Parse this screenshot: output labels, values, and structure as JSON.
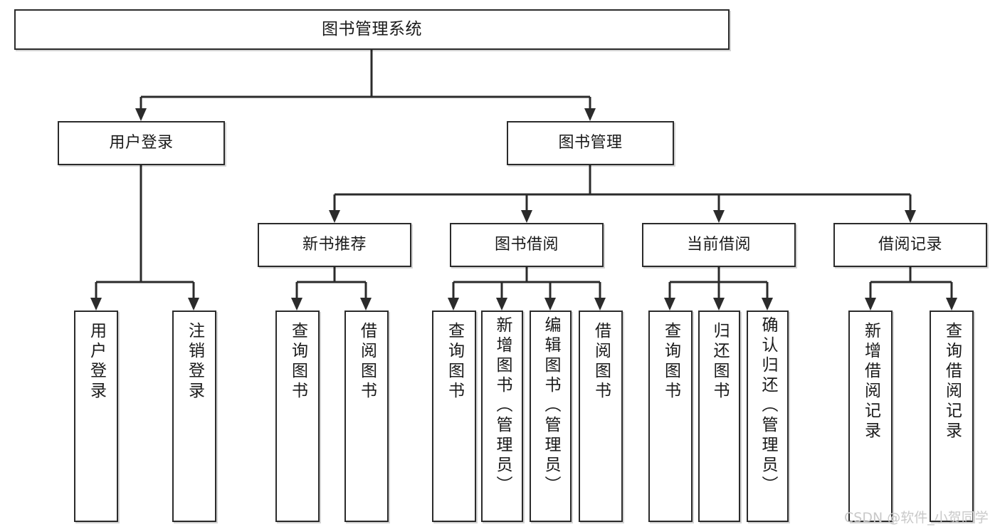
{
  "diagram": {
    "type": "tree",
    "title": "图书管理系统",
    "root": {
      "id": "root",
      "label": "图书管理系统"
    },
    "level2": [
      {
        "id": "user-login",
        "label": "用户登录"
      },
      {
        "id": "book-management",
        "label": "图书管理"
      }
    ],
    "level3": [
      {
        "id": "new-book-recommend",
        "label": "新书推荐",
        "parent": "book-management"
      },
      {
        "id": "book-borrow",
        "label": "图书借阅",
        "parent": "book-management"
      },
      {
        "id": "current-borrow",
        "label": "当前借阅",
        "parent": "book-management"
      },
      {
        "id": "borrow-record",
        "label": "借阅记录",
        "parent": "book-management"
      }
    ],
    "leaves": [
      {
        "id": "leaf-user-login",
        "label": "用户登录",
        "parent": "user-login"
      },
      {
        "id": "leaf-logout-login",
        "label": "注销登录",
        "parent": "user-login"
      },
      {
        "id": "leaf-query-book-1",
        "label": "查询图书",
        "parent": "new-book-recommend"
      },
      {
        "id": "leaf-borrow-book-1",
        "label": "借阅图书",
        "parent": "new-book-recommend"
      },
      {
        "id": "leaf-query-book-2",
        "label": "查询图书",
        "parent": "book-borrow"
      },
      {
        "id": "leaf-add-book",
        "label": "新增图书（管理员）",
        "parent": "book-borrow"
      },
      {
        "id": "leaf-edit-book",
        "label": "编辑图书（管理员）",
        "parent": "book-borrow"
      },
      {
        "id": "leaf-borrow-book-2",
        "label": "借阅图书",
        "parent": "book-borrow"
      },
      {
        "id": "leaf-query-book-3",
        "label": "查询图书",
        "parent": "current-borrow"
      },
      {
        "id": "leaf-return-book",
        "label": "归还图书",
        "parent": "current-borrow"
      },
      {
        "id": "leaf-confirm-return",
        "label": "确认归还（管理员）",
        "parent": "current-borrow"
      },
      {
        "id": "leaf-add-borrow-record",
        "label": "新增借阅记录",
        "parent": "borrow-record"
      },
      {
        "id": "leaf-query-borrow-record",
        "label": "查询借阅记录",
        "parent": "borrow-record"
      }
    ]
  },
  "watermark": {
    "text": "CSDN @软件_小贺同学"
  },
  "colors": {
    "stroke": "#2b2b2b",
    "box_fill": "#ffffff",
    "text": "#1a1a1a",
    "watermark": "#c9c9c9",
    "background": "#ffffff"
  }
}
